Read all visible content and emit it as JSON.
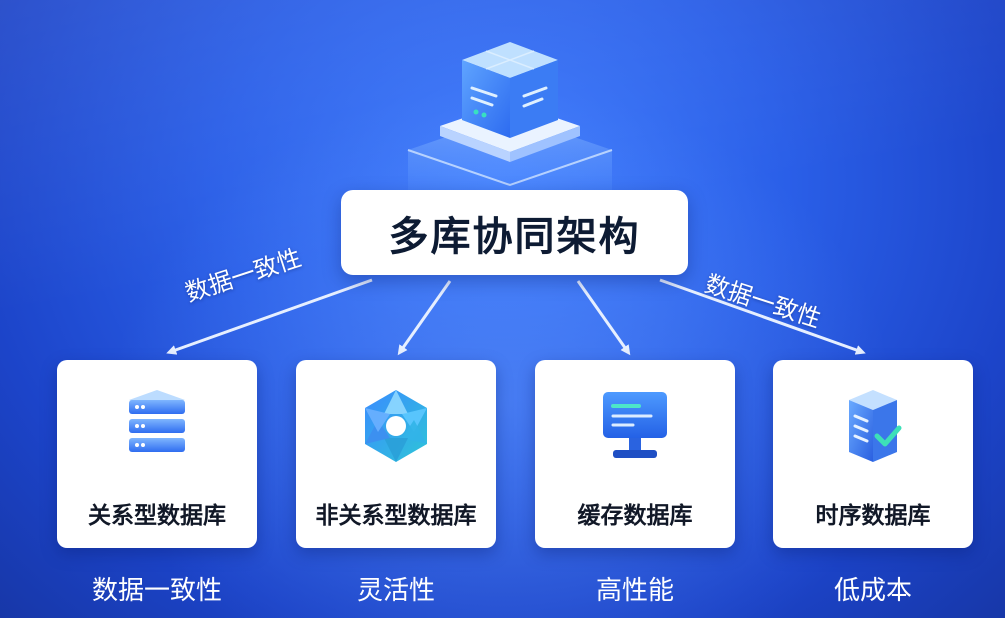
{
  "title": "多库协同架构",
  "branches": {
    "left_label": "数据一致性",
    "right_label": "数据一致性"
  },
  "cards": [
    {
      "label": "关系型数据库",
      "icon": "stacked-database-icon",
      "feature": "数据一致性"
    },
    {
      "label": "非关系型数据库",
      "icon": "hexagon-aperture-icon",
      "feature": "灵活性"
    },
    {
      "label": "缓存数据库",
      "icon": "monitor-icon",
      "feature": "高性能"
    },
    {
      "label": "时序数据库",
      "icon": "server-check-icon",
      "feature": "低成本"
    }
  ],
  "colors": {
    "background": "#2a5fe8",
    "accent": "#2f7bff",
    "teal": "#2ec5d8"
  }
}
